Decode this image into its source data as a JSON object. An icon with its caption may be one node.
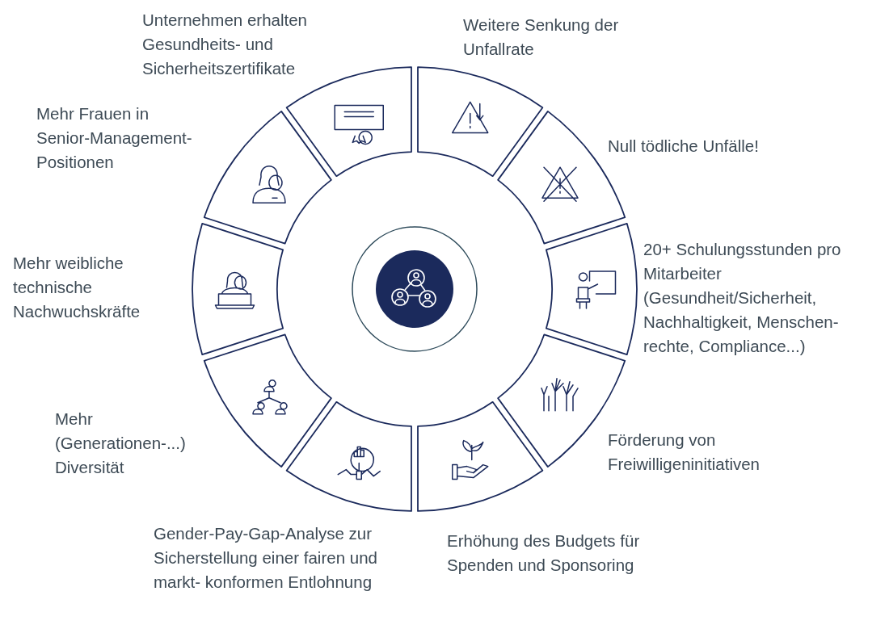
{
  "diagram": {
    "nodes": [
      {
        "text": [],
        "shape": "circle"
      },
      {
        "text": [],
        "shape": "circle",
        "in": 0
      },
      {
        "text": [],
        "shape": "box",
        "beside": [
          "Weitere Senkung der Unfallrate"
        ]
      },
      {
        "text": [],
        "shape": "box",
        "beside": [
          "Null tödliche Unfälle!"
        ]
      },
      {
        "text": [],
        "shape": "box",
        "beside": [
          "20+ Schulungsstunden pro Mitarbeiter (Gesundheit/Sicherheit, Nachhaltigkeit, Menschen- rechte, Compliance...)"
        ]
      },
      {
        "text": [],
        "shape": "box",
        "beside": [
          "Förderung von Freiwilligeninitiativen"
        ]
      },
      {
        "text": [],
        "shape": "box",
        "beside": [
          "Erhöhung des Budgets für Spenden und Sponsoring"
        ]
      },
      {
        "text": [],
        "shape": "box",
        "beside": [
          "Gender-Pay-Gap-Analyse zur Sicherstellung einer fairen und markt- konformen Entlohnung"
        ]
      },
      {
        "text": [],
        "shape": "box",
        "beside": [
          "Mehr (Generationen-...) Diversität"
        ]
      },
      {
        "text": [],
        "shape": "box",
        "beside": [
          "Mehr weibliche technische Nachwuchskräfte"
        ]
      },
      {
        "text": [],
        "shape": "box",
        "beside": [
          "Mehr Frauen in Senior-Management- Positionen"
        ]
      },
      {
        "text": [],
        "shape": "box",
        "beside": [
          "Unternehmen erhalten Gesundheits- und Sicherheitszertifikate"
        ]
      }
    ],
    "edges": []
  }
}
